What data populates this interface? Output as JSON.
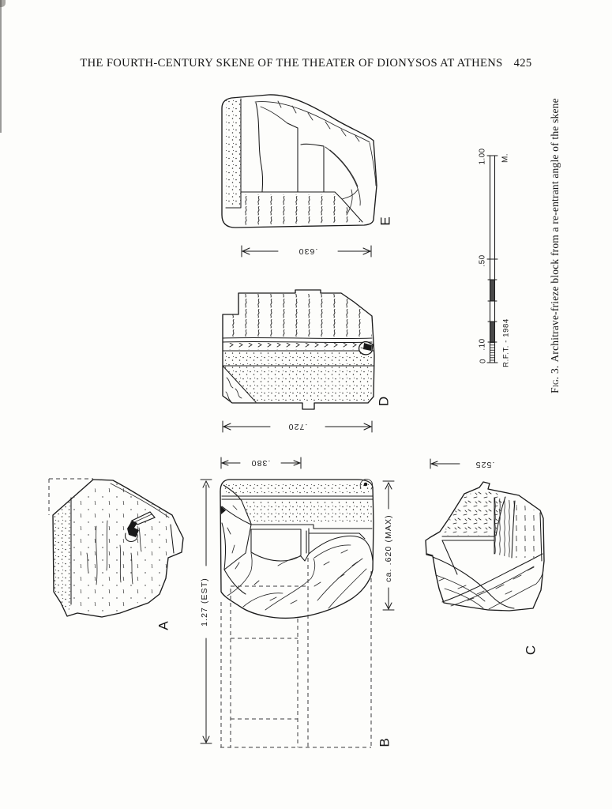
{
  "header": {
    "title": "THE FOURTH-CENTURY SKENE OF THE THEATER OF DIONYSOS AT ATHENS",
    "page_number": "425"
  },
  "caption": {
    "label": "Fig. 3.",
    "text": "Architrave-frieze block from a re-entrant angle of the skene"
  },
  "drawings": {
    "a": {
      "label": "A"
    },
    "b": {
      "label": "B",
      "width": ".380",
      "height": "1.27 (EST)",
      "depth": "ca. .620 (MAX)"
    },
    "c": {
      "label": "C",
      "width": ".525"
    },
    "d": {
      "label": "D",
      "width": ".720"
    },
    "e": {
      "label": "E",
      "width": ".630"
    }
  },
  "scale_bar": {
    "zero": "0",
    "ten": ".10",
    "fifty": ".50",
    "hundred": "1.00",
    "unit": "M.",
    "credit": "R.F.T. - 1984"
  }
}
